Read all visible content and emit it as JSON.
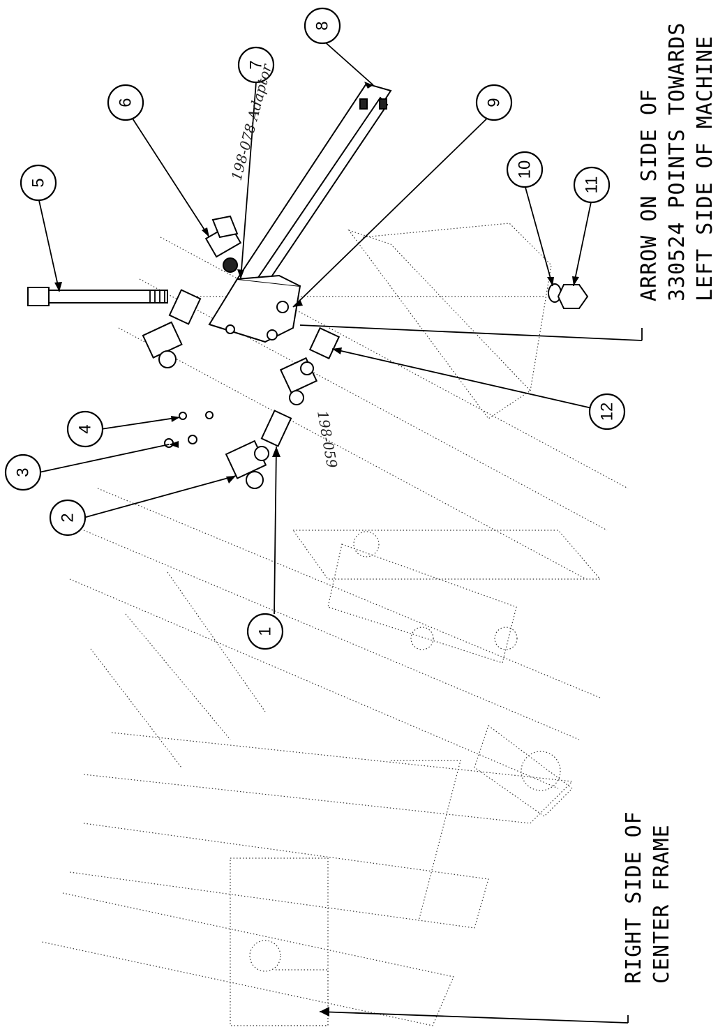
{
  "balloons": [
    {
      "id": "b1",
      "label": "1"
    },
    {
      "id": "b2",
      "label": "2"
    },
    {
      "id": "b3",
      "label": "3"
    },
    {
      "id": "b4",
      "label": "4"
    },
    {
      "id": "b5",
      "label": "5"
    },
    {
      "id": "b6",
      "label": "6"
    },
    {
      "id": "b7",
      "label": "7"
    },
    {
      "id": "b8",
      "label": "8"
    },
    {
      "id": "b9",
      "label": "9"
    },
    {
      "id": "b10",
      "label": "10"
    },
    {
      "id": "b11",
      "label": "11"
    },
    {
      "id": "b12",
      "label": "12"
    }
  ],
  "notes": {
    "arrow_line1": "ARROW ON SIDE OF",
    "arrow_line2": "330524 POINTS TOWARDS",
    "arrow_line3": "LEFT SIDE OF MACHINE",
    "frame_line1": "RIGHT SIDE OF",
    "frame_line2": "CENTER FRAME"
  },
  "handwritten": {
    "adaptor": "198-078-Adaptor",
    "part_number": "198-059"
  }
}
